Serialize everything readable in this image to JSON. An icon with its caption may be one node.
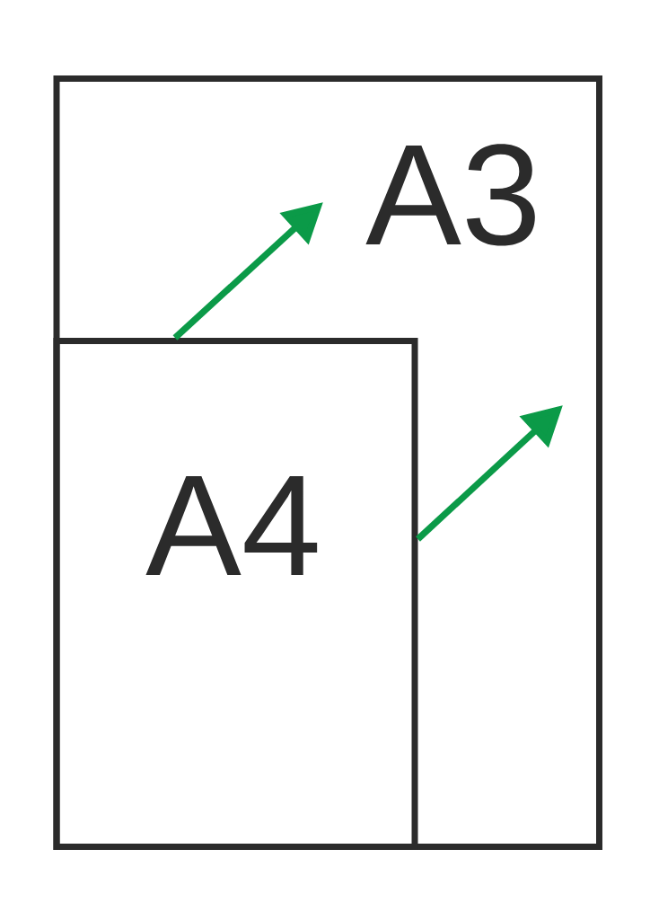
{
  "diagram": {
    "nodes": [
      {
        "text": [
          "A3"
        ]
      },
      {
        "text": [
          "A4"
        ],
        "in": 0
      }
    ],
    "edges": [
      {
        "from": 1,
        "to": null,
        "arrow": "to"
      },
      {
        "from": 1,
        "to": null,
        "arrow": "to"
      }
    ]
  }
}
